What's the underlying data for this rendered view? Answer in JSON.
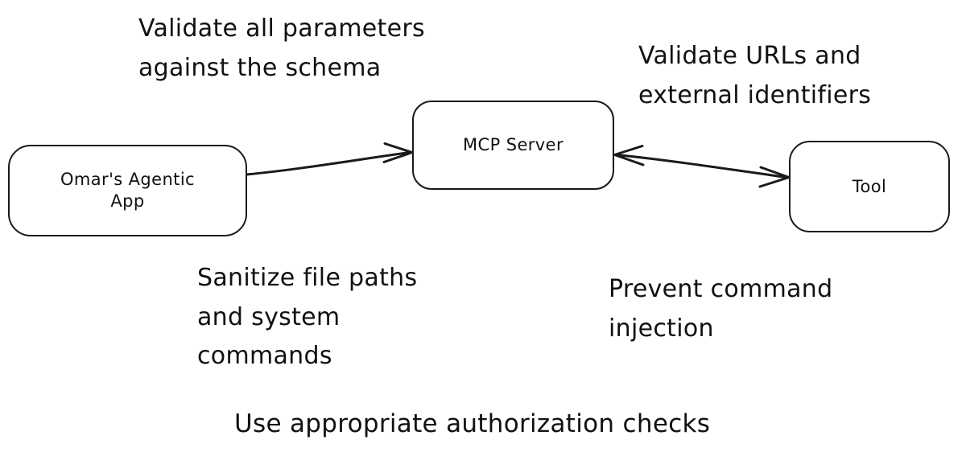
{
  "diagram": {
    "title": "MCP input validation diagram",
    "background_color": "#ffffff",
    "stroke_color": "#1a1a1a",
    "text_color": "#111111",
    "style": "hand-drawn whiteboard sketch",
    "nodes": [
      {
        "id": "app",
        "label": "Omar's Agentic\nApp",
        "shape": "rounded-rectangle"
      },
      {
        "id": "server",
        "label": "MCP Server",
        "shape": "rounded-rectangle"
      },
      {
        "id": "tool",
        "label": "Tool",
        "shape": "rounded-rectangle"
      }
    ],
    "edges": [
      {
        "id": "app-to-server",
        "from": "app",
        "to": "server",
        "direction": "one-way",
        "label": ""
      },
      {
        "id": "server-to-tool",
        "from": "server",
        "to": "tool",
        "direction": "bidirectional",
        "label": ""
      }
    ],
    "annotations": [
      {
        "id": "validate-params",
        "text": "Validate all parameters\nagainst the schema",
        "position": "top-left"
      },
      {
        "id": "validate-urls",
        "text": "Validate URLs and\nexternal identifiers",
        "position": "top-right"
      },
      {
        "id": "sanitize",
        "text": "Sanitize file paths\nand system\ncommands",
        "position": "bottom-left"
      },
      {
        "id": "prevent",
        "text": "Prevent command\ninjection",
        "position": "bottom-right"
      },
      {
        "id": "authorization",
        "text": "Use appropriate authorization checks",
        "position": "bottom-center"
      }
    ]
  }
}
